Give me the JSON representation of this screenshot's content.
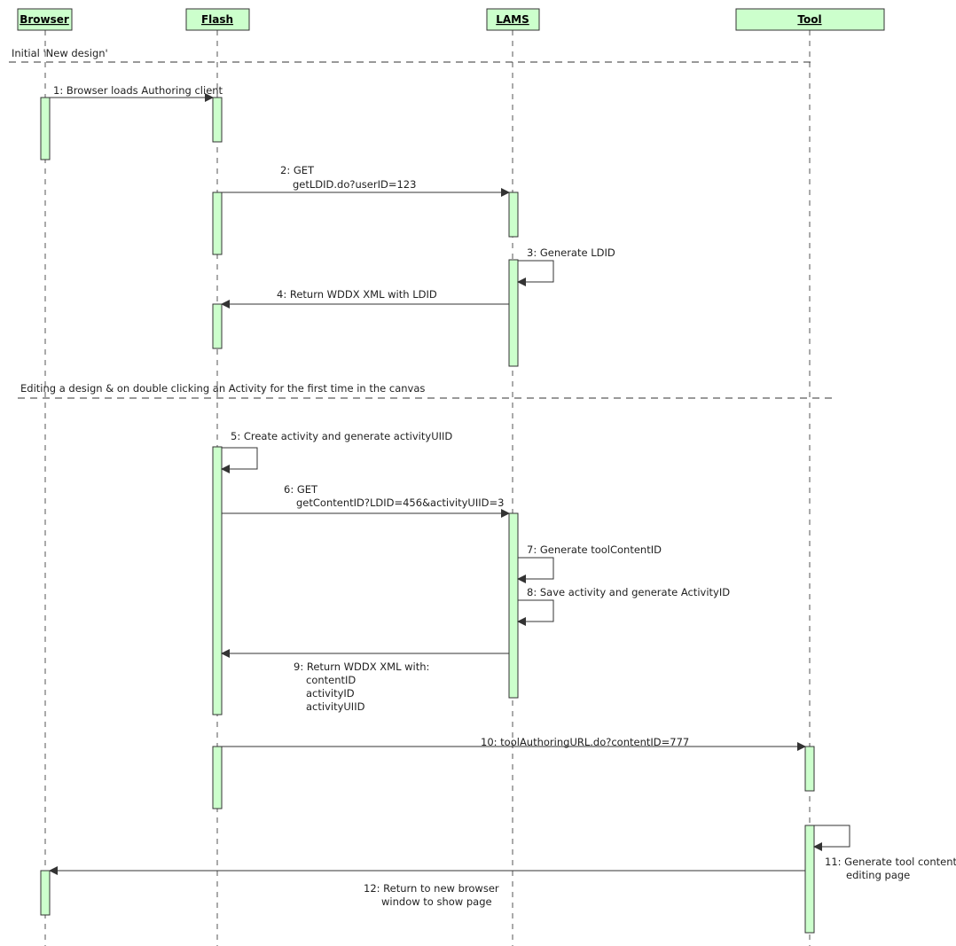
{
  "participants": {
    "browser": "Browser",
    "flash": "Flash",
    "lams": "LAMS",
    "tool": "Tool"
  },
  "fragments": {
    "initial": "Initial 'New design'",
    "editing": "Editing a design  & on double clicking an Activity for the first time in the canvas"
  },
  "messages": {
    "m1": "1: Browser loads Authoring client",
    "m2_line1": "2: GET",
    "m2_line2": "getLDID.do?userID=123",
    "m3": "3: Generate LDID",
    "m4": "4: Return WDDX XML with LDID",
    "m5": "5: Create activity and generate activityUIID",
    "m6_line1": "6: GET",
    "m6_line2": "getContentID?LDID=456&activityUIID=3",
    "m7": "7: Generate toolContentID",
    "m8": "8: Save activity and generate ActivityID",
    "m9_line1": "9: Return WDDX XML with:",
    "m9_line2": "contentID",
    "m9_line3": "activityID",
    "m9_line4": "activityUIID",
    "m10": "10: toolAuthoringURL.do?contentID=777",
    "m11_line1": "11: Generate tool content",
    "m11_line2": "editing page",
    "m12_line1": "12: Return to new browser",
    "m12_line2": "window to show page"
  },
  "colors": {
    "activation": "#ccffcc",
    "line": "#333333"
  }
}
